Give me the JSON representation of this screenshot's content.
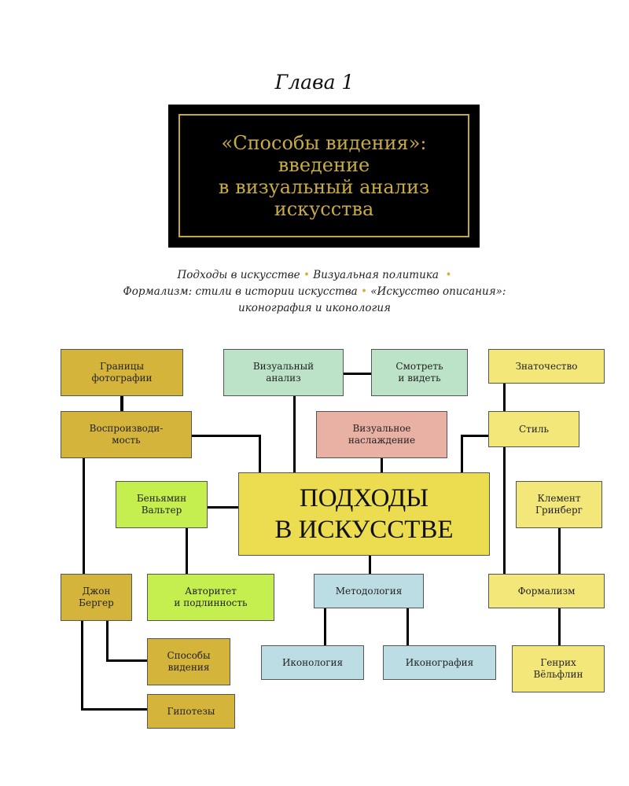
{
  "header": {
    "chapter": "Глава 1",
    "title_lines": [
      "«Способы видения»:",
      "введение",
      "в визуальный анализ",
      "искусства"
    ],
    "subtitle": {
      "line1": [
        "Подходы в искусстве",
        "Визуальная политика"
      ],
      "line2": [
        "Формализм: стили в истории искусства",
        "«Искусство описания»:"
      ],
      "line3": "иконография и иконология",
      "bullet": "•"
    }
  },
  "diagram": {
    "center": "ПОДХОДЫ\nВ ИСКУССТВЕ",
    "nodes": {
      "photo_limits": "Границы\nфотографии",
      "reproducibility": "Воспроизводи-\nмость",
      "visual_analysis": "Визуальный\nанализ",
      "look_see": "Смотреть\nи видеть",
      "visual_pleasure": "Визуальное\nнаслаждение",
      "connoisseurship": "Знаточество",
      "style": "Стиль",
      "benjamin": "Беньямин\nВальтер",
      "greenberg": "Клемент\nГринберг",
      "berger": "Джон\nБергер",
      "authority": "Авторитет\nи подлинность",
      "methodology": "Методология",
      "formalism": "Формализм",
      "ways_of_seeing": "Способы\nвидения",
      "iconology": "Иконология",
      "iconography": "Иконография",
      "wolfflin": "Генрих\nВёльфлин",
      "hypotheses": "Гипотезы"
    },
    "colors": {
      "gold": "#d4b43b",
      "mint": "#bce3c8",
      "rose": "#e9b0a4",
      "lemon": "#f3e77a",
      "lime": "#c5ee4f",
      "aqua": "#bcdde3",
      "center": "#ebdc50",
      "title_gold": "#c9ab46"
    }
  }
}
